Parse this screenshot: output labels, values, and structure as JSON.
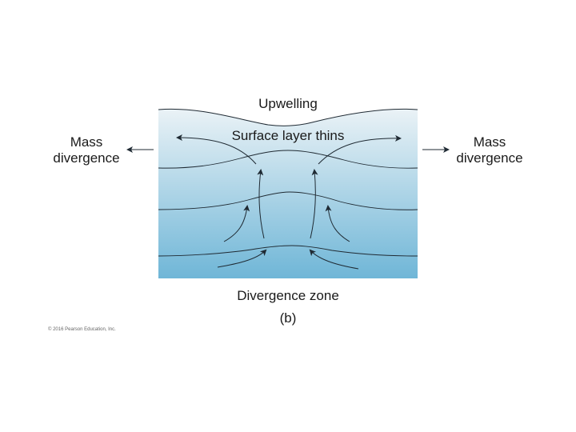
{
  "title": "Upwelling",
  "surface_label": "Surface layer thins",
  "left_label": [
    "Mass",
    "divergence"
  ],
  "right_label": [
    "Mass",
    "divergence"
  ],
  "bottom_label": "Divergence zone",
  "panel_label": "(b)",
  "copyright": "© 2016 Pearson Education, Inc.",
  "colors": {
    "water_top": "#eaf2f6",
    "water_bottom": "#6fb6d7",
    "line": "#1f2a33"
  }
}
